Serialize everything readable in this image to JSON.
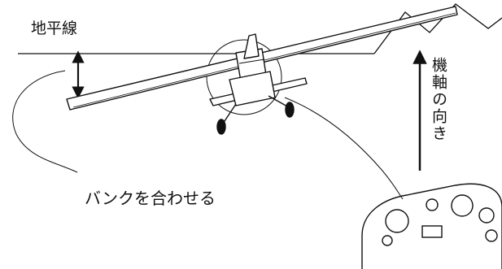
{
  "labels": {
    "horizon": "地平線",
    "bank": "バンクを合わせる",
    "aircraft_axis": "機軸の向き"
  },
  "colors": {
    "stroke": "#111111",
    "background": "#ffffff"
  },
  "icons": {
    "airplane": "airplane-icon",
    "controller": "rc-transmitter-icon",
    "double_arrow": "double-arrow-icon",
    "up_arrow": "up-arrow-icon"
  }
}
